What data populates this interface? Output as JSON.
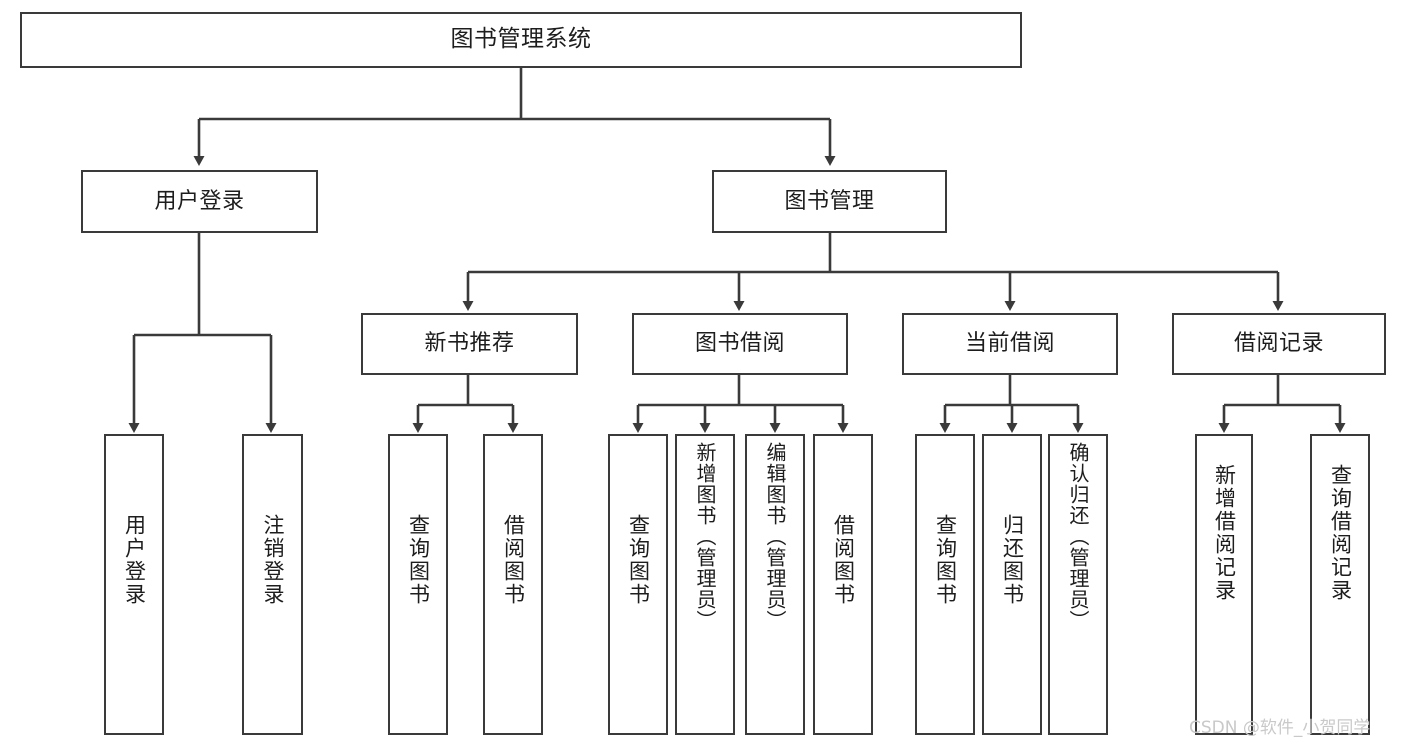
{
  "diagram": {
    "title": "图书管理系统",
    "type": "tree-hierarchy-diagram",
    "colors": {
      "background": "#ffffff",
      "stroke": "#3a3a3a",
      "text": "#1d1d1d",
      "watermark": "#c9c9c9"
    },
    "root": {
      "label": "图书管理系统"
    },
    "level2": [
      {
        "label": "用户登录"
      },
      {
        "label": "图书管理"
      }
    ],
    "level3": [
      {
        "label": "新书推荐"
      },
      {
        "label": "图书借阅"
      },
      {
        "label": "当前借阅"
      },
      {
        "label": "借阅记录"
      }
    ],
    "leaves": {
      "user_login": [
        {
          "label": "用户登录"
        },
        {
          "label": "注销登录"
        }
      ],
      "new_book_recommend": [
        {
          "label": "查询图书"
        },
        {
          "label": "借阅图书"
        }
      ],
      "book_borrow": [
        {
          "label": "查询图书"
        },
        {
          "label": "新增图书（管理员）"
        },
        {
          "label": "编辑图书（管理员）"
        },
        {
          "label": "借阅图书"
        }
      ],
      "current_borrow": [
        {
          "label": "查询图书"
        },
        {
          "label": "归还图书"
        },
        {
          "label": "确认归还（管理员）"
        }
      ],
      "borrow_record": [
        {
          "label": "新增借阅记录"
        },
        {
          "label": "查询借阅记录"
        }
      ]
    },
    "watermark": "CSDN @软件_小贺同学"
  }
}
